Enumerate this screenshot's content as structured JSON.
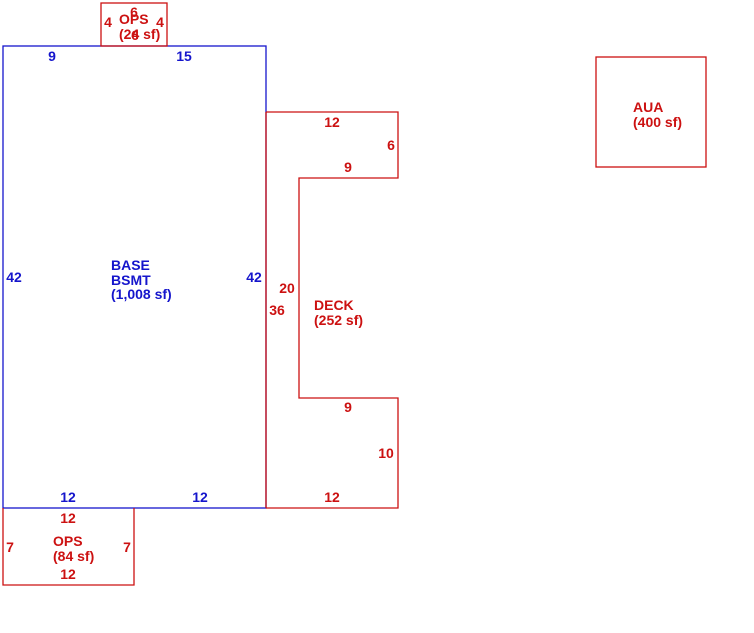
{
  "colors": {
    "base": "#1515cc",
    "addition": "#cc1111"
  },
  "base_bsmt": {
    "label_line1": "BASE",
    "label_line2": "BSMT",
    "area": "(1,008 sf)",
    "dims": {
      "top_left": "9",
      "top_right": "15",
      "left": "42",
      "right": "42",
      "bottom_left": "12",
      "bottom_right": "12"
    }
  },
  "ops_top": {
    "label": "OPS",
    "area": "(24 sf)",
    "dims": {
      "top": "6",
      "left": "4",
      "right": "4",
      "bottom": "6"
    }
  },
  "deck": {
    "label": "DECK",
    "area": "(252 sf)",
    "dims": {
      "top": "12",
      "right_upper": "6",
      "inner_top": "9",
      "inner_left": "20",
      "left": "36",
      "inner_bottom": "9",
      "right_lower": "10",
      "bottom": "12"
    }
  },
  "aua": {
    "label": "AUA",
    "area": "(400 sf)"
  },
  "ops_bottom": {
    "label": "OPS",
    "area": "(84 sf)",
    "dims": {
      "top": "12",
      "left": "7",
      "right": "7",
      "bottom": "12"
    }
  }
}
